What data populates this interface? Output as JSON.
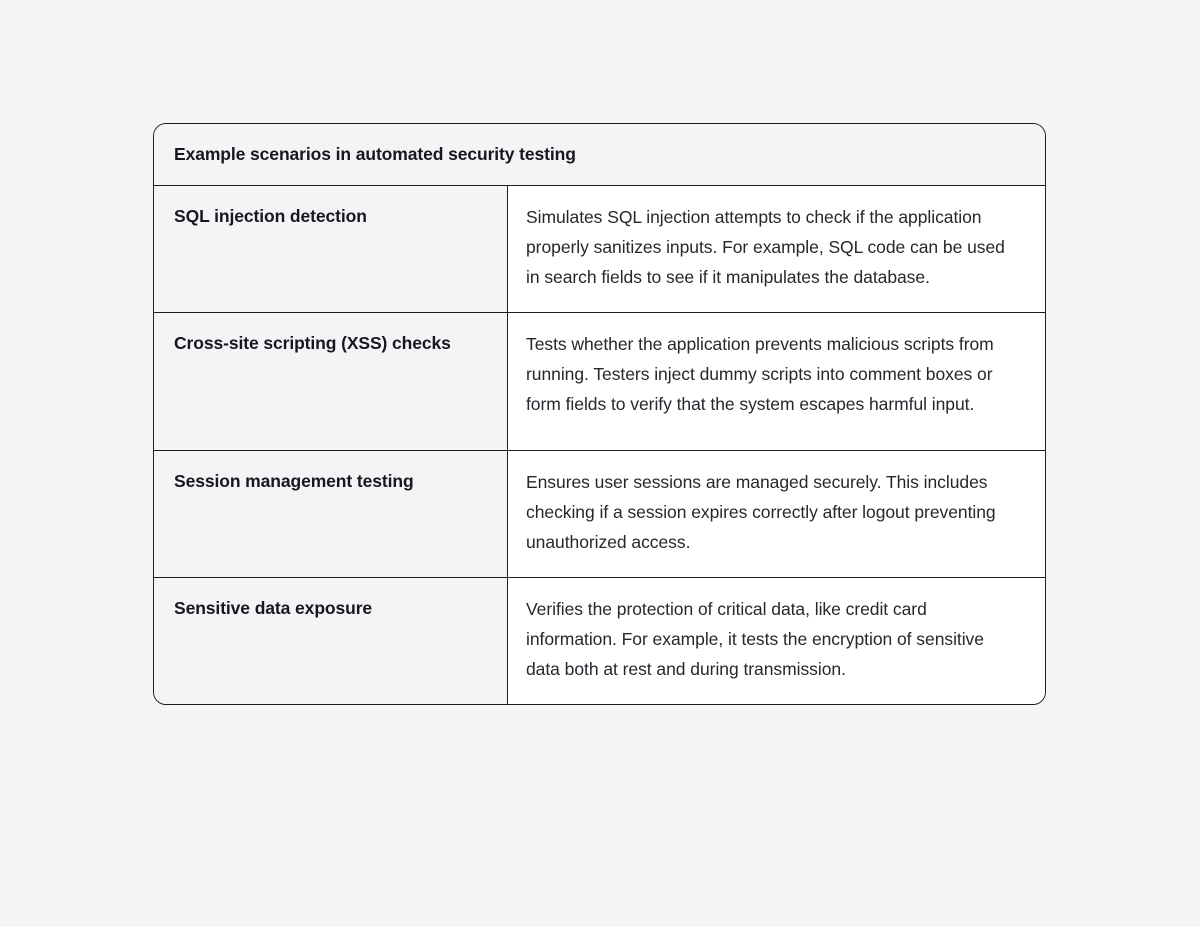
{
  "page": {
    "background_color": "#f4f5f7"
  },
  "table": {
    "border_color": "#1d1d1f",
    "header_background": "#f3f4f6",
    "label_cell_background": "#f3f4f6",
    "description_cell_background": "#ffffff",
    "text_color": "#16181d",
    "header": {
      "title": "Example scenarios in automated security testing"
    },
    "rows": [
      {
        "label": "SQL injection detection",
        "description": "Simulates SQL injection attempts to check if the application properly sanitizes inputs. For example, SQL code can be used in search fields to see if it manipulates the database."
      },
      {
        "label": "Cross-site scripting (XSS) checks",
        "description": "Tests whether the application prevents malicious scripts from running. Testers inject dummy scripts into comment boxes or form fields to verify that the system escapes harmful input."
      },
      {
        "label": "Session management testing",
        "description": "Ensures user sessions are managed securely. This includes checking if a session expires correctly after logout preventing unauthorized access."
      },
      {
        "label": "Sensitive data exposure",
        "description": "Verifies the protection of critical data, like credit card information. For example, it tests the encryption of sensitive data both at rest and during transmission."
      }
    ]
  }
}
